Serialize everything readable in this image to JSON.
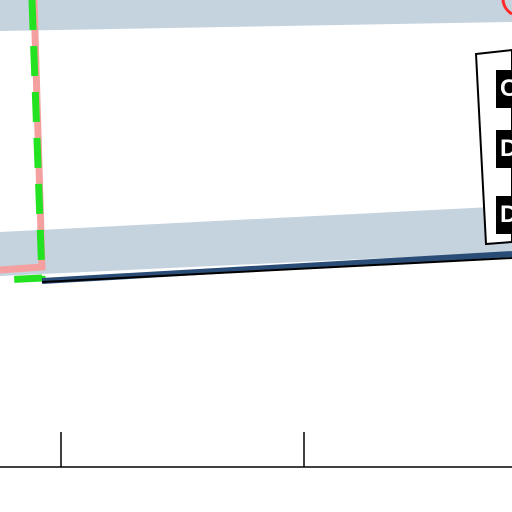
{
  "viewport": {
    "description_visible": false
  },
  "canvas": {
    "background_color": "#ffffff",
    "band_color": "#c5d3df",
    "pink_outline_color": "#f4a0a0",
    "green_dashed_color": "#22e222",
    "axis_color": "#000000",
    "baseline_color": "#2a4d78",
    "red_marker_color": "#ff2a2a"
  },
  "legend": {
    "chips": [
      {
        "label": "C"
      },
      {
        "label": "D"
      },
      {
        "label": "D"
      }
    ]
  },
  "annotations": {
    "top_right_marker": "red-circle-fragment"
  }
}
